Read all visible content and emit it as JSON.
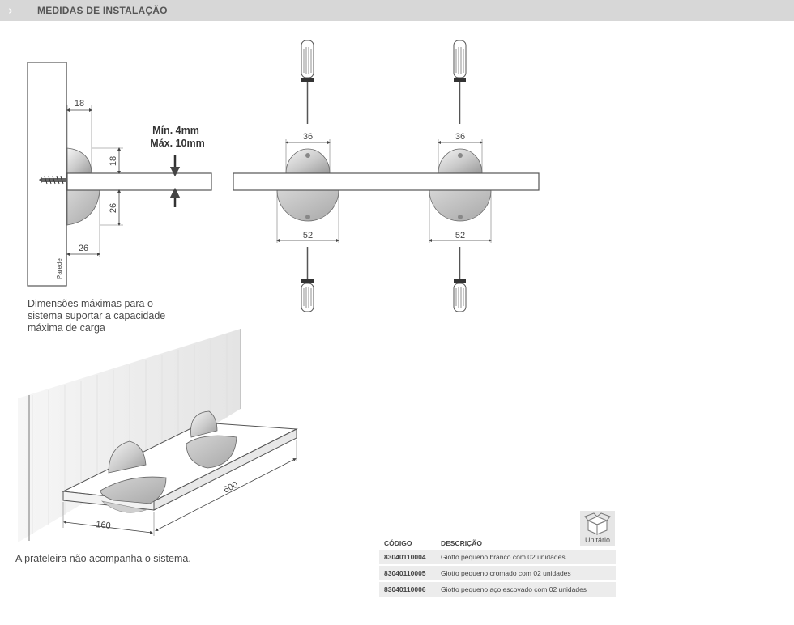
{
  "header": {
    "title": "MEDIDAS DE INSTALAÇÃO",
    "chevron_icon": "chevron-right-icon"
  },
  "diagram_labels": {
    "side_18_top": "18",
    "side_18_vertical": "18",
    "side_26_vertical": "26",
    "side_26_bottom": "26",
    "min_thickness": "Mín. 4mm",
    "max_thickness": "Máx. 10mm",
    "wall": "Parede",
    "front1_top": "36",
    "front1_bottom": "52",
    "front2_top": "36",
    "front2_bottom": "52",
    "persp_depth": "160",
    "persp_length": "600"
  },
  "captions": {
    "load_note": "Dimensões máximas para o\nsistema suportar a capacidade\nmáxima de carga",
    "shelf_note": "A prateleira não acompanha o sistema."
  },
  "package": {
    "icon": "box-icon",
    "label": "Unitário"
  },
  "table": {
    "headers": {
      "code": "CÓDIGO",
      "description": "DESCRIÇÃO"
    },
    "rows": [
      {
        "code": "83040110004",
        "description": "Giotto pequeno branco com 02 unidades"
      },
      {
        "code": "83040110005",
        "description": "Giotto pequeno cromado com 02 unidades"
      },
      {
        "code": "83040110006",
        "description": "Giotto pequeno aço escovado com 02 unidades"
      }
    ]
  }
}
